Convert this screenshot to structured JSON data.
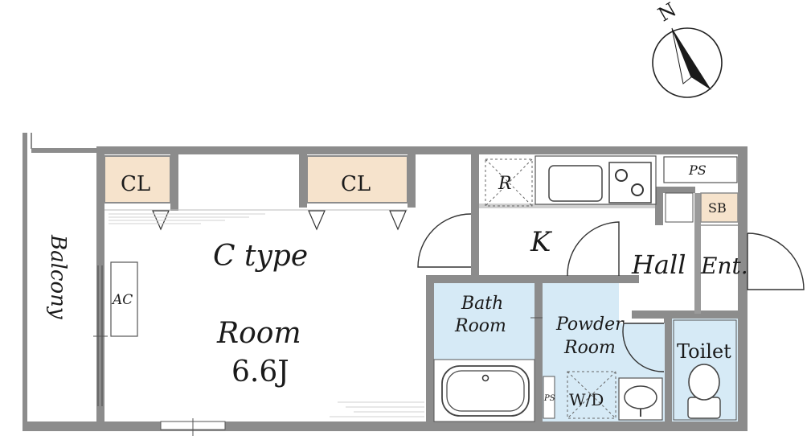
{
  "compass": {
    "north_label": "N"
  },
  "rooms": {
    "balcony": "Balcony",
    "closet_left": "CL",
    "closet_right": "CL",
    "room_type": "C type",
    "room_name": "Room",
    "room_size": "6.6J",
    "ac": "AC",
    "refrigerator": "R",
    "kitchen": "K",
    "hall": "Hall",
    "entrance": "Ent.",
    "ps_top": "PS",
    "shoe_box": "SB",
    "bath_room_1": "Bath",
    "bath_room_2": "Room",
    "powder_room_1": "Powder",
    "powder_room_2": "Room",
    "washer": "W/D",
    "ps_small": "PS",
    "toilet": "Toilet"
  },
  "colors": {
    "wall": "#8c8c8c",
    "closet": "#f6e3cc",
    "wet_area": "#d6eaf6",
    "ink": "#1a1a1a"
  }
}
